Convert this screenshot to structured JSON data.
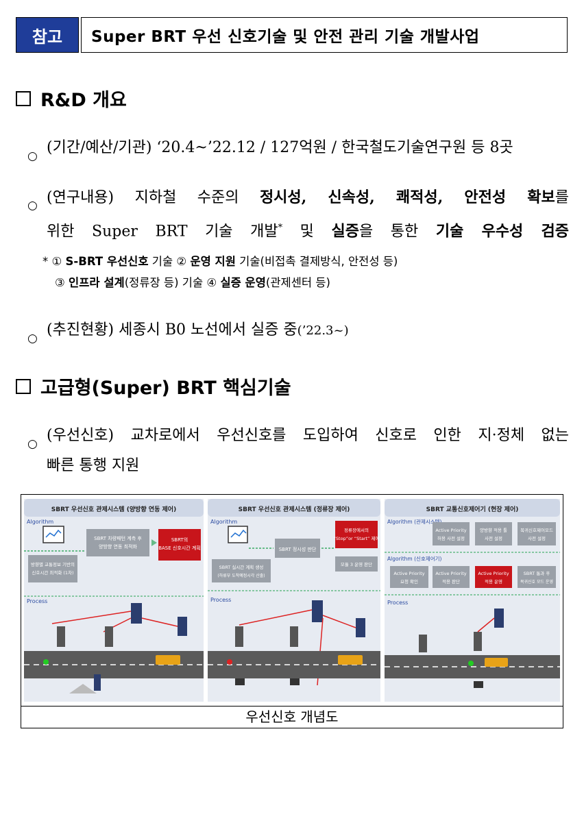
{
  "header": {
    "badge": "참고",
    "title": "Super BRT 우선 신호기술 및 안전 관리 기술 개발사업"
  },
  "sections": [
    {
      "title": "R&D 개요"
    },
    {
      "title": "고급형(Super) BRT 핵심기술"
    }
  ],
  "rnd": {
    "period": {
      "label": "(기간/예산/기관)",
      "text": " ‘20.4~’22.12 / 127억원 / 한국철도기술연구원 등 8곳"
    },
    "research": {
      "label": "(연구내용)",
      "line1_a": " 지하철 수준의 ",
      "line1_b": "정시성, 신속성, 쾌적성, 안전성 확보",
      "line1_c": "를",
      "line2_a": "위한 Super BRT 기술 개발",
      "line2_star": "*",
      "line2_b": " 및 ",
      "line2_c": "실증",
      "line2_d": "을 통한 ",
      "line2_e": "기술 우수성 검증"
    },
    "note": {
      "star": "* ",
      "n1": "①",
      "i1": "S-BRT 우선신호",
      "i1_rest": " 기술 ",
      "n2": "②",
      "i2": "운영 지원",
      "i2_rest": " 기술(비접촉 결제방식, 안전성 등)",
      "n3": "③",
      "i3": "인프라 설계",
      "i3_rest": "(정류장 등) 기술 ",
      "n4": "④",
      "i4": "실증 운영",
      "i4_rest": "(관제센터 등)"
    },
    "status": {
      "label": "(추진현황)",
      "text": " 세종시 B0 노선에서 실증 중",
      "date": "(’22.3~)"
    }
  },
  "core": {
    "priority": {
      "label": "(우선신호)",
      "line1": " 교차로에서 우선신호를 도입하여 신호로 인한 지·정체 없는",
      "line2": "빠른 통행 지원"
    }
  },
  "figure": {
    "caption": "우선신호 개념도",
    "panels": [
      {
        "title": "SBRT 우선신호 관제시스템 (양방향 연동 제어)",
        "algorithm": "Algorithm",
        "process": "Process",
        "box1": [
          "SBRT 차량패턴 계측 후",
          "양방향 연동 최적화"
        ],
        "box2": [
          "SBRT의",
          "BASE 신호시간 계획"
        ],
        "box3": [
          "방향별 교통정보 기반의",
          "신호시간 최적화 (1차)"
        ]
      },
      {
        "title": "SBRT 우선신호 관제시스템 (정류장 제어)",
        "algorithm": "Algorithm",
        "process": "Process",
        "box1": [
          "SBRT 정시성 판단"
        ],
        "box2": [
          "정류장에서의",
          "“Stop”or “Start” 제어"
        ],
        "box3": [
          "SBRT 실시간 계획 생성",
          "(하류부 도착예정시각 산출)"
        ],
        "box4": [
          "모듈 3 운영 판단"
        ]
      },
      {
        "title": "SBRT 교통신호제어기 (현장 제어)",
        "algorithm": "Algorithm (관제시스템)",
        "algorithm2": "Algorithm (신호제어기)",
        "process": "Process",
        "top": [
          [
            "Active Priority",
            "허용 사전 설정"
          ],
          [
            "양방향 적용 툴",
            "사전 설정"
          ],
          [
            "복귀신호제어모드",
            "사전 설정"
          ]
        ],
        "bottom": [
          [
            "Active Priority",
            "요청 확인"
          ],
          [
            "Active Priority",
            "적용 판단"
          ],
          [
            "Active Priority",
            "적용 운영"
          ],
          [
            "SBRT 통과 후",
            "복귀신호 모드 운영"
          ]
        ]
      }
    ]
  },
  "colors": {
    "badge": "#1f3d99",
    "panel_bg": "#e7ebf2",
    "panel_header": "#cfd7e6",
    "gray_box": "#9aa0a8",
    "red_box": "#c8151b",
    "road": "#5a5a5a",
    "bus": "#e8a317"
  }
}
